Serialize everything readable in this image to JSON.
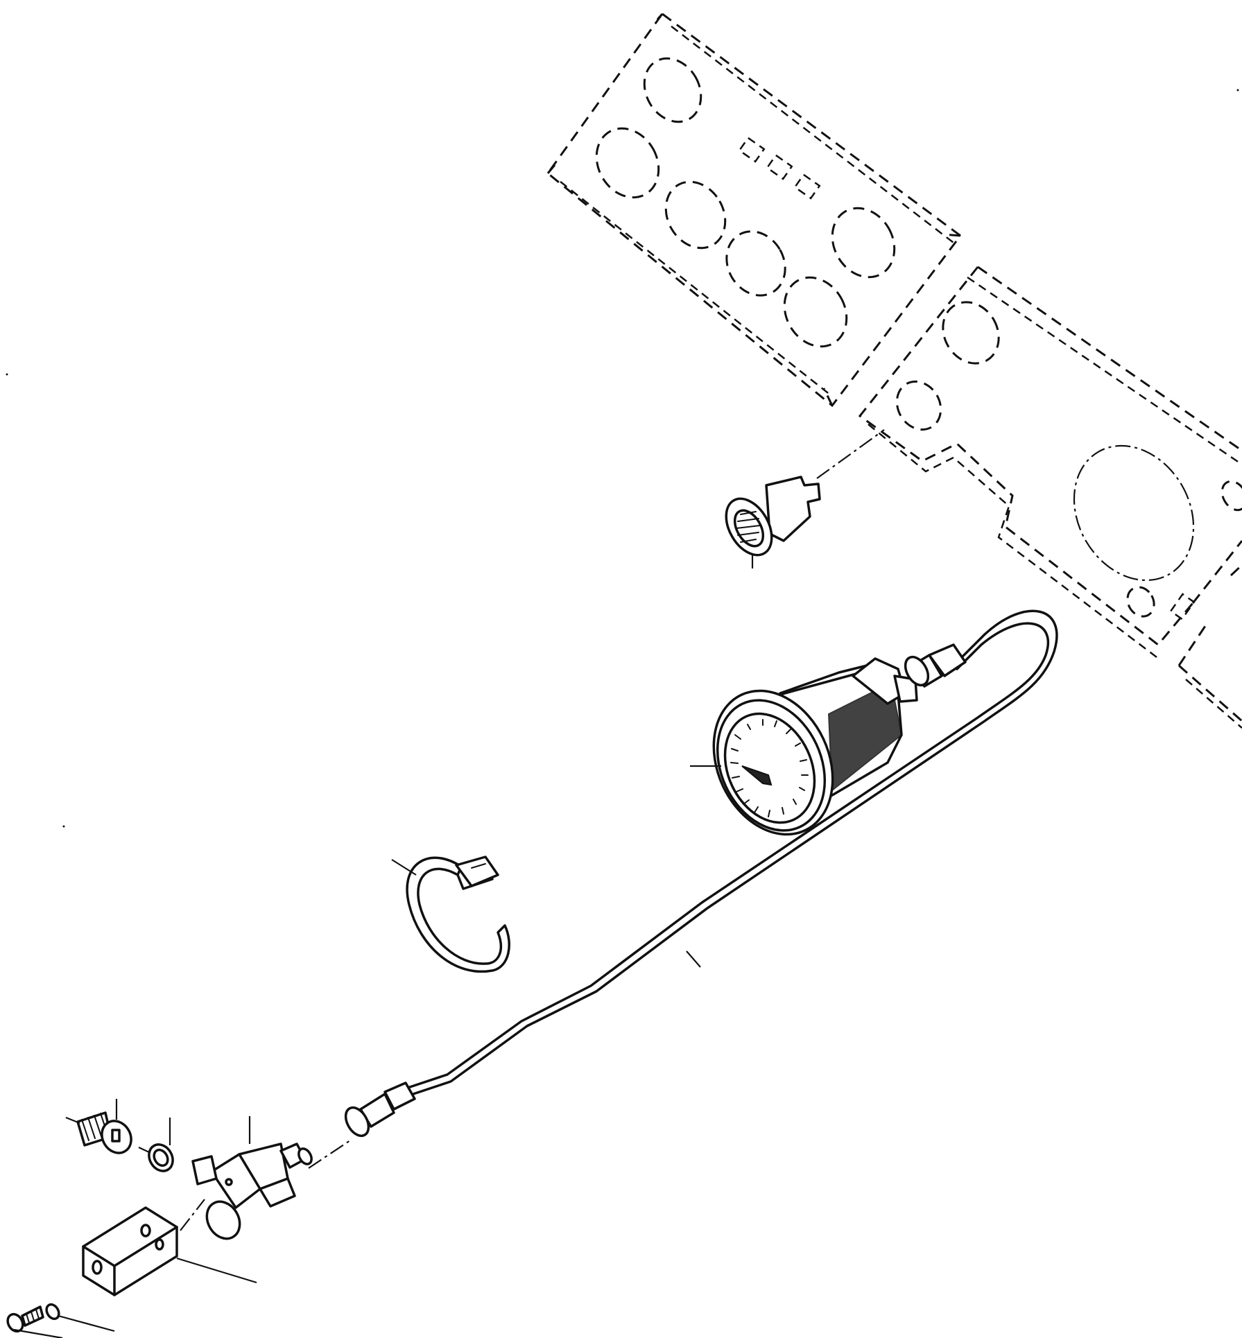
{
  "diagram": {
    "parts": [
      {
        "id": "instrument-panel-upper",
        "icon": "instrument-panel-outline"
      },
      {
        "id": "instrument-panel-lower",
        "icon": "instrument-panel-outline"
      },
      {
        "id": "indicator-lamp",
        "icon": "lamp-socket"
      },
      {
        "id": "gauge",
        "icon": "round-gauge"
      },
      {
        "id": "capillary-line",
        "icon": "sender-tube"
      },
      {
        "id": "mounting-clamp",
        "icon": "band-clamp"
      },
      {
        "id": "sender-unit",
        "icon": "sender"
      },
      {
        "id": "bracket",
        "icon": "angle-bracket"
      },
      {
        "id": "bolt",
        "icon": "bolt"
      },
      {
        "id": "washer",
        "icon": "washer"
      },
      {
        "id": "screw",
        "icon": "screw"
      },
      {
        "id": "lock-washer",
        "icon": "washer"
      }
    ],
    "line_color": "#111111",
    "background": "#ffffff"
  }
}
